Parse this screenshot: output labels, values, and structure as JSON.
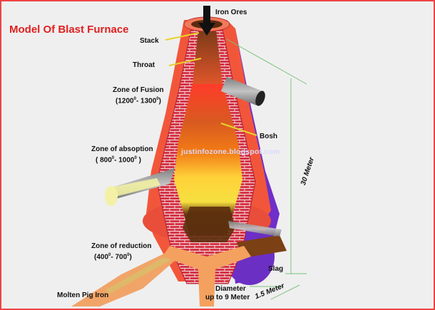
{
  "title": "Model Of Blast Furnace",
  "watermark": "justinfozone.blogspot.com",
  "labels": {
    "iron_ores": "Iron Ores",
    "stack": "Stack",
    "throat": "Throat",
    "fusion": "Zone of Fusion",
    "fusion_range_a": "1200",
    "fusion_range_b": "- 1300",
    "bosh": "Bosh",
    "absorption": "Zone of absoption",
    "absorption_range_a": "800",
    "absorption_range_b": "- 1000",
    "reduction": "Zone of reduction",
    "reduction_range_a": "400",
    "reduction_range_b": "- 700",
    "slag": "Slag",
    "molten": "Molten Pig Iron",
    "diameter": "Diameter",
    "diameter_value": "up to  9 Meter",
    "height_30": "30 Meter",
    "height_15": "1.5 Meter",
    "degree": "0"
  },
  "colors": {
    "title": "#e02020",
    "shell_orange": "#f25a3a",
    "shell_purple": "#7a2fd0",
    "brick": "#d63a4a",
    "tuyere": "#9a9a9a",
    "guide_line": "#7bc47b"
  }
}
